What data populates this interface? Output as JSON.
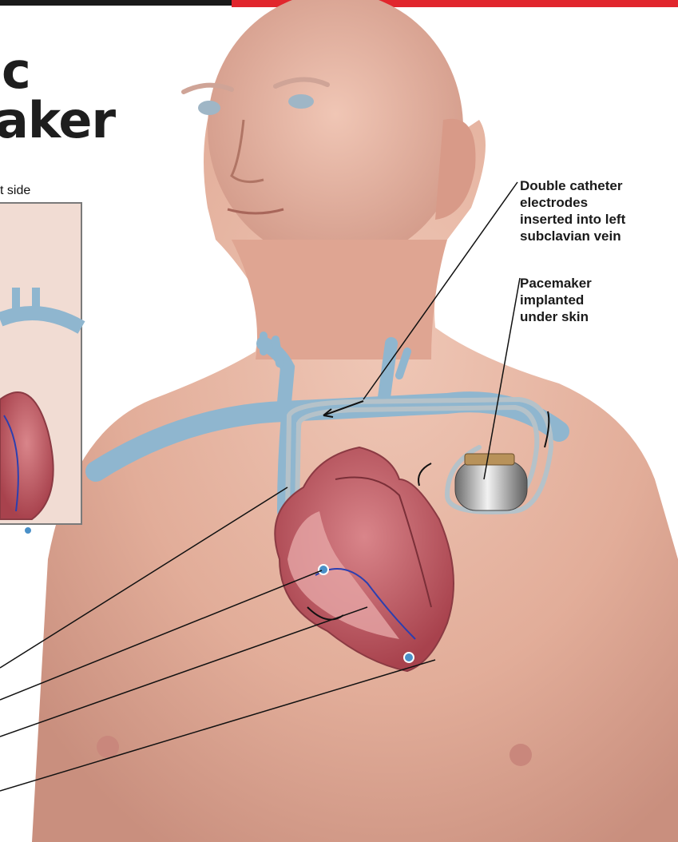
{
  "title": {
    "line1": "c",
    "line2": "aker"
  },
  "inset": {
    "caption": "t side"
  },
  "labels": {
    "catheter": "Double catheter\nelectrodes\ninserted into left\nsubclavian vein",
    "pacemaker": "Pacemaker\nimplanted\nunder skin"
  },
  "colors": {
    "accent_red": "#e1262d",
    "bar_black": "#1a1a1a",
    "skin": "#e6b7a3",
    "vein": "#8fb6cf",
    "heart": "#b8505a",
    "device": "#9a9a9a"
  }
}
